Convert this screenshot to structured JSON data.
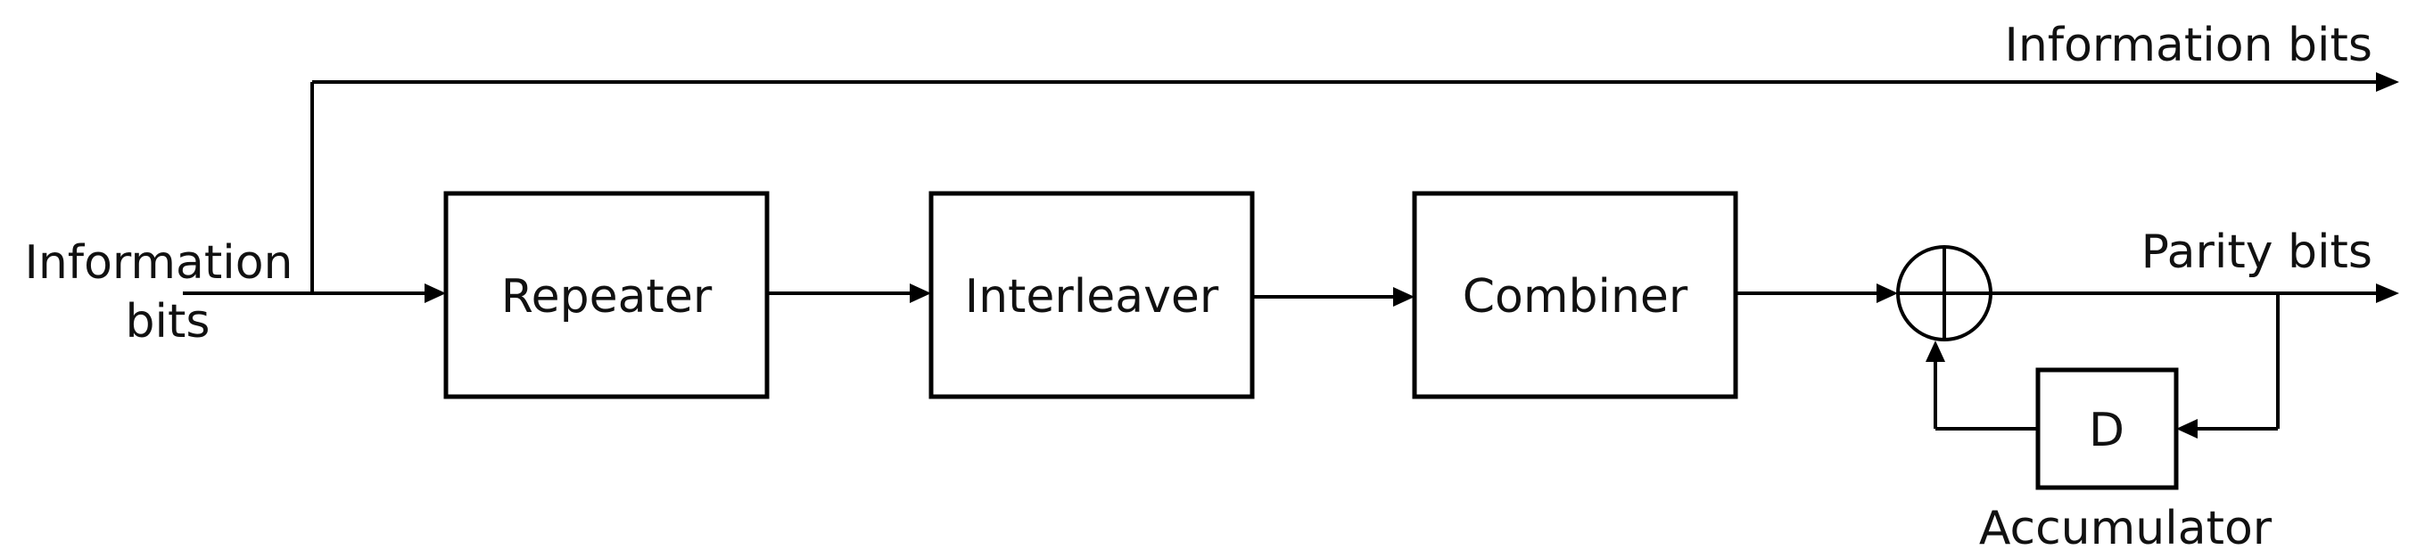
{
  "diagram": {
    "input_label": {
      "line1": "Information",
      "line2": "bits"
    },
    "blocks": {
      "repeater": "Repeater",
      "interleaver": "Interleaver",
      "combiner": "Combiner",
      "delay": "D"
    },
    "outputs": {
      "systematic": "Information bits",
      "parity": "Parity bits"
    },
    "accumulator_label": "Accumulator"
  }
}
